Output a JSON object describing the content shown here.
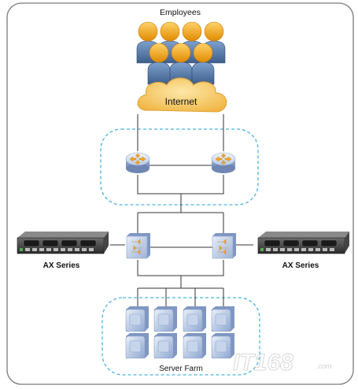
{
  "title": "Employees",
  "cloud_label": "Internet",
  "left_device_label": "AX Series",
  "right_device_label": "AX Series",
  "servers_label": "Server Farm",
  "watermark": {
    "main": "IT168",
    "suffix": ".com"
  },
  "colors": {
    "frame": "#777777",
    "dash": "#49b3e0",
    "line": "#333333",
    "person_head": "#f7a91c",
    "person_body": "#5a7faf",
    "cloud": "#f9c660",
    "device_top": "#d7e2f2",
    "device_side": "#8fa4cc",
    "arrow": "#f5a623"
  }
}
